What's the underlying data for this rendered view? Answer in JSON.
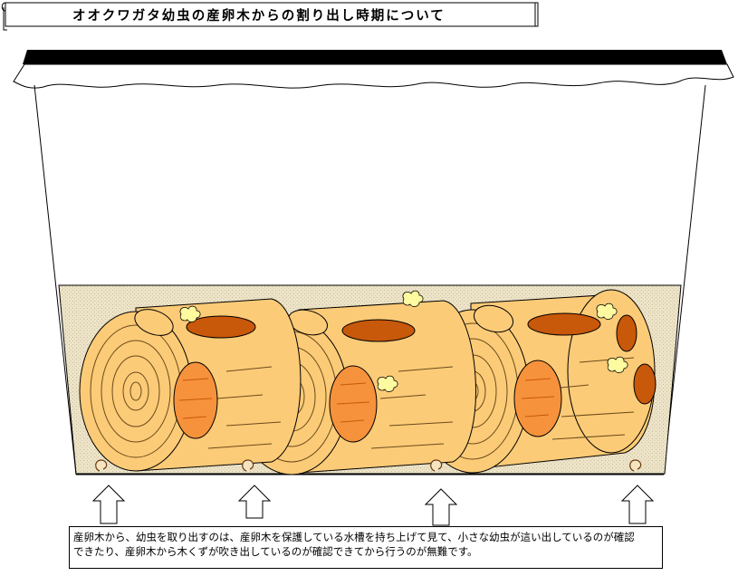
{
  "title": "オオクワガタ幼虫の産卵木からの割り出し時期について",
  "caption": {
    "line1": "産卵木から、幼虫を取り出すのは、産卵木を保護している水槽を持ち上げて見て、小さな幼虫が這い出しているのが確認",
    "line2": "できたり、産卵木から木くずが吹き出しているのが確認できてから行うのが無難です。"
  },
  "colors": {
    "lid": "#000000",
    "tank_outline": "#000000",
    "mat": "#ece3c8",
    "log_wood": "#fccb77",
    "log_ring": "#6b4a1c",
    "exit_hole": "#f6923c",
    "larva_hole": "#c8580a",
    "frass": "#fdfaa0",
    "arrow_fill": "#ffffff"
  },
  "icons": [
    "up-arrow-icon",
    "larva-icon",
    "frass-icon"
  ]
}
